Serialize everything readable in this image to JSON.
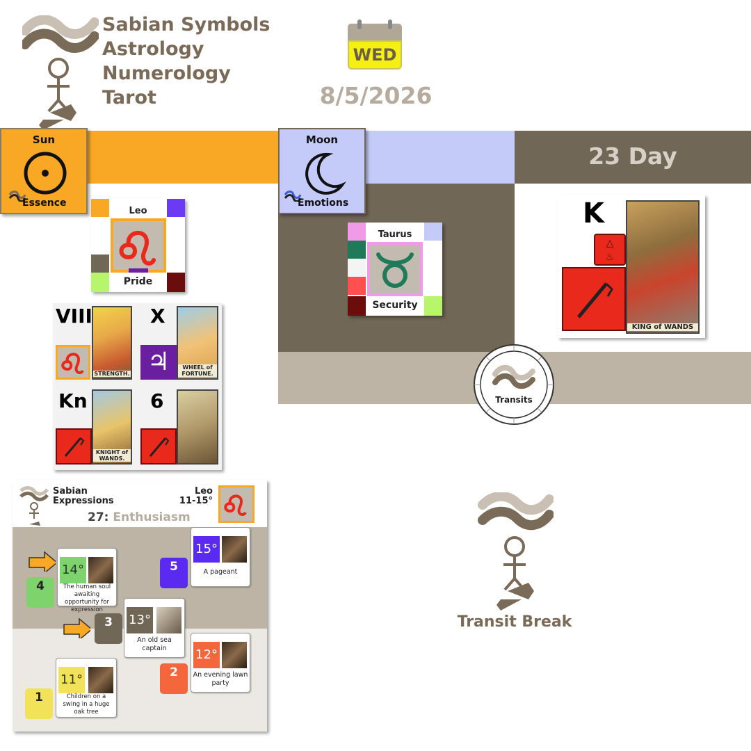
{
  "brand": {
    "lines": [
      "Sabian Symbols",
      "Astrology",
      "Numerology",
      "Tarot"
    ]
  },
  "calendar": {
    "weekday": "WED",
    "date": "8/5/2026"
  },
  "sun": {
    "title": "Sun",
    "subtitle": "Essence",
    "sign": {
      "name": "Leo",
      "keyword": "Pride"
    }
  },
  "moon": {
    "title": "Moon",
    "subtitle": "Emotions",
    "sign": {
      "name": "Taurus",
      "keyword": "Security"
    }
  },
  "day": {
    "label": "23 Day",
    "card_rank": "K",
    "card_caption": "KING of WANDS"
  },
  "sun_cards": [
    {
      "rank": "VIII",
      "caption": "STRENGTH."
    },
    {
      "rank": "X",
      "caption": "WHEEL of FORTUNE."
    },
    {
      "rank": "Kn",
      "caption": "KNIGHT of WANDS."
    },
    {
      "rank": "6",
      "caption": ""
    }
  ],
  "transits": {
    "label": "Transits"
  },
  "transit_break": {
    "label": "Transit Break"
  },
  "expressions": {
    "header_line1": "Sabian",
    "header_line2": "Expressions",
    "sign": "Leo",
    "range": "11-15°",
    "number": "27:",
    "theme": "Enthusiasm",
    "cards": [
      {
        "degree": "15°",
        "text": "A pageant",
        "num": "5"
      },
      {
        "degree": "14°",
        "text": "The human soul awaiting opportunity for expression",
        "num": "4"
      },
      {
        "degree": "13°",
        "text": "An old sea captain",
        "num": "3"
      },
      {
        "degree": "12°",
        "text": "An evening lawn party",
        "num": "2"
      },
      {
        "degree": "11°",
        "text": "Children on a swing in a huge oak tree",
        "num": "1"
      }
    ]
  },
  "colors": {
    "brand_brown": "#7a6a58",
    "orange": "#f9a825",
    "lavender": "#c5cbf9",
    "taupe": "#716756",
    "sand": "#bdb4a6",
    "red": "#e8291c",
    "purple": "#6a1fa0"
  }
}
